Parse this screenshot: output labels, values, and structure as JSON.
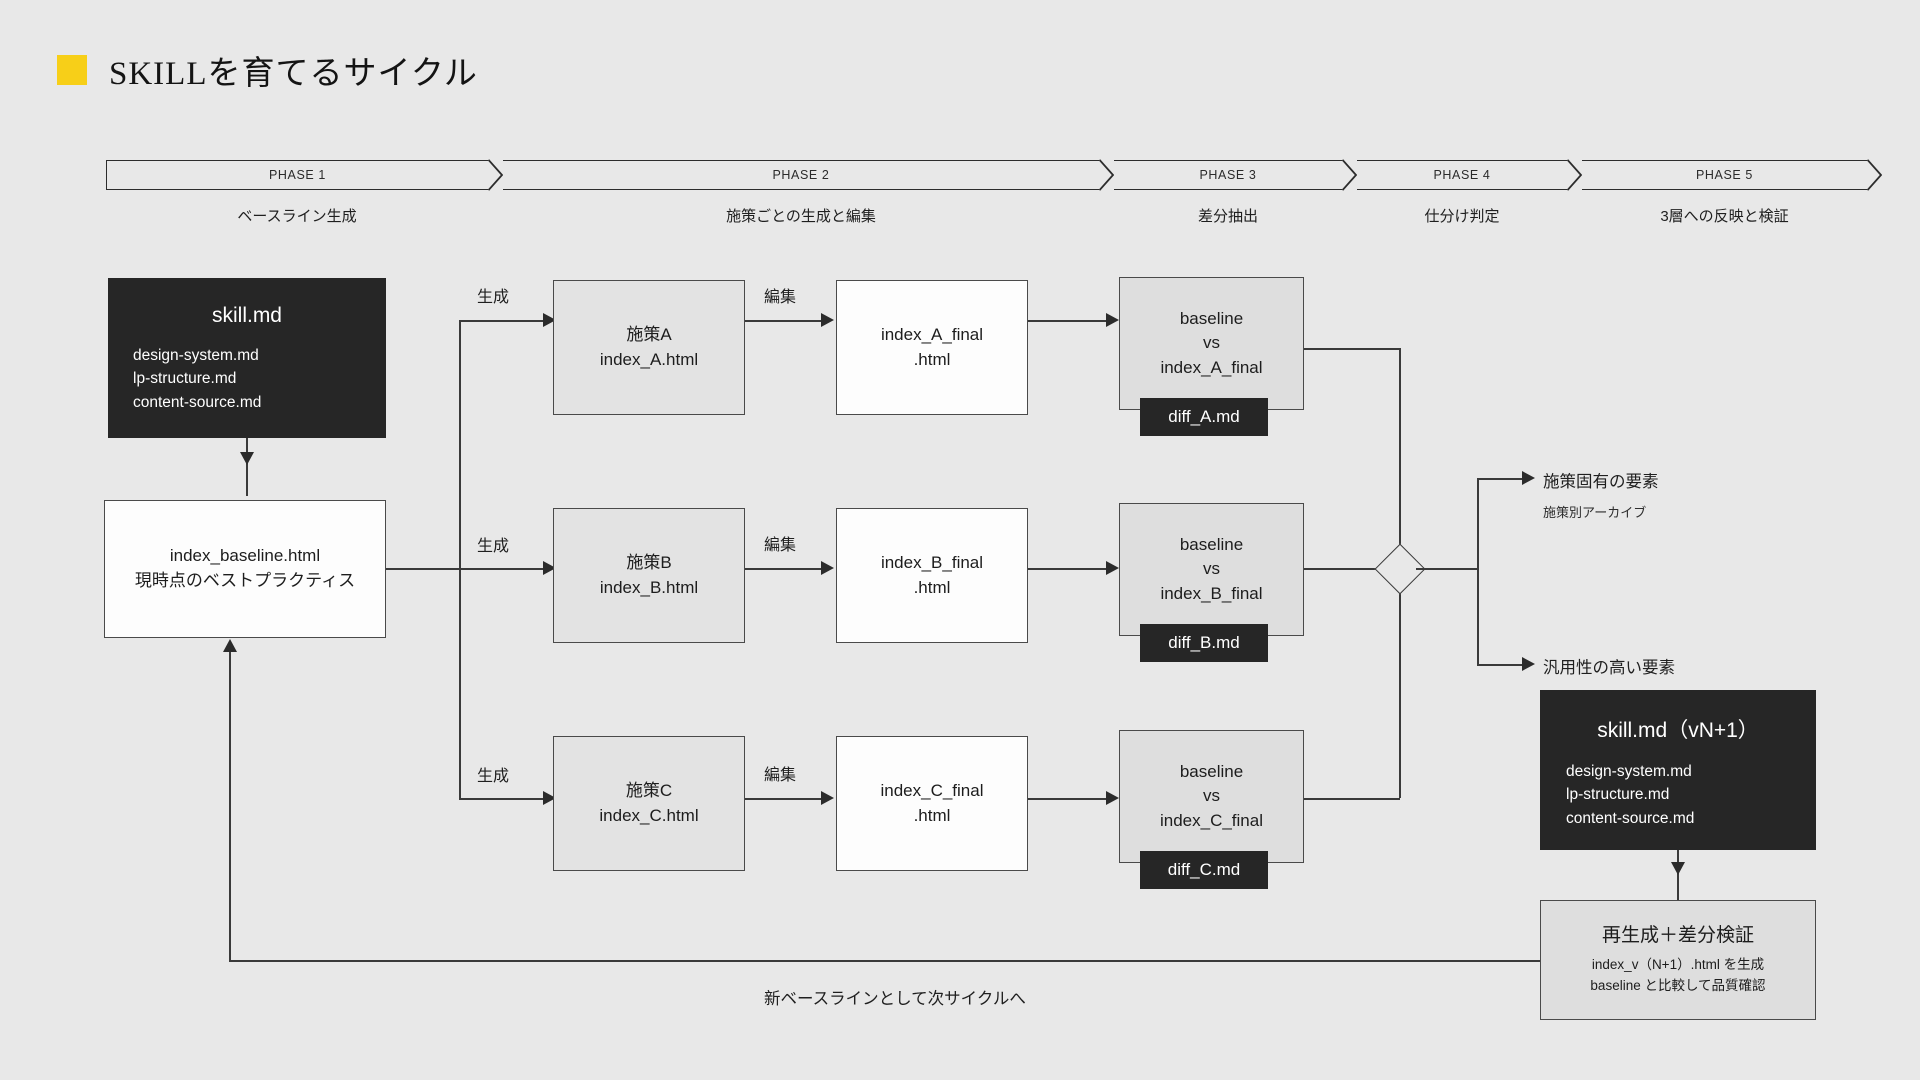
{
  "title": {
    "text": "SKILLを育てるサイクル",
    "marker_color": "#f7cf18"
  },
  "phases": [
    {
      "label": "PHASE 1",
      "caption": "ベースライン生成"
    },
    {
      "label": "PHASE 2",
      "caption": "施策ごとの生成と編集"
    },
    {
      "label": "PHASE 3",
      "caption": "差分抽出"
    },
    {
      "label": "PHASE 4",
      "caption": "仕分け判定"
    },
    {
      "label": "PHASE 5",
      "caption": "3層への反映と検証"
    }
  ],
  "nodes": {
    "skill_md": {
      "title": "skill.md",
      "lines": [
        "design-system.md",
        "lp-structure.md",
        "content-source.md"
      ]
    },
    "baseline": {
      "line1": "index_baseline.html",
      "line2": "現時点のベストプラクティス"
    },
    "measures": [
      {
        "name": "施策A",
        "file": "index_A.html"
      },
      {
        "name": "施策B",
        "file": "index_B.html"
      },
      {
        "name": "施策C",
        "file": "index_C.html"
      }
    ],
    "finals": [
      {
        "line1": "index_A_final",
        "line2": ".html"
      },
      {
        "line1": "index_B_final",
        "line2": ".html"
      },
      {
        "line1": "index_C_final",
        "line2": ".html"
      }
    ],
    "comparisons": [
      {
        "line1": "baseline",
        "line2": "vs",
        "line3": "index_A_final",
        "diff": "diff_A.md"
      },
      {
        "line1": "baseline",
        "line2": "vs",
        "line3": "index_B_final",
        "diff": "diff_B.md"
      },
      {
        "line1": "baseline",
        "line2": "vs",
        "line3": "index_C_final",
        "diff": "diff_C.md"
      }
    ],
    "skill_md_next": {
      "title": "skill.md（vN+1）",
      "lines": [
        "design-system.md",
        "lp-structure.md",
        "content-source.md"
      ]
    },
    "regenerate": {
      "title": "再生成＋差分検証",
      "line1": "index_v（N+1）.html を生成",
      "line2": "baseline と比較して品質確認"
    }
  },
  "edge_labels": {
    "generate": "生成",
    "edit": "編集"
  },
  "branches": {
    "specific": {
      "main": "施策固有の要素",
      "sub": "施策別アーカイブ"
    },
    "general": {
      "main": "汎用性の高い要素"
    }
  },
  "bottom_caption": "新ベースラインとして次サイクルへ"
}
